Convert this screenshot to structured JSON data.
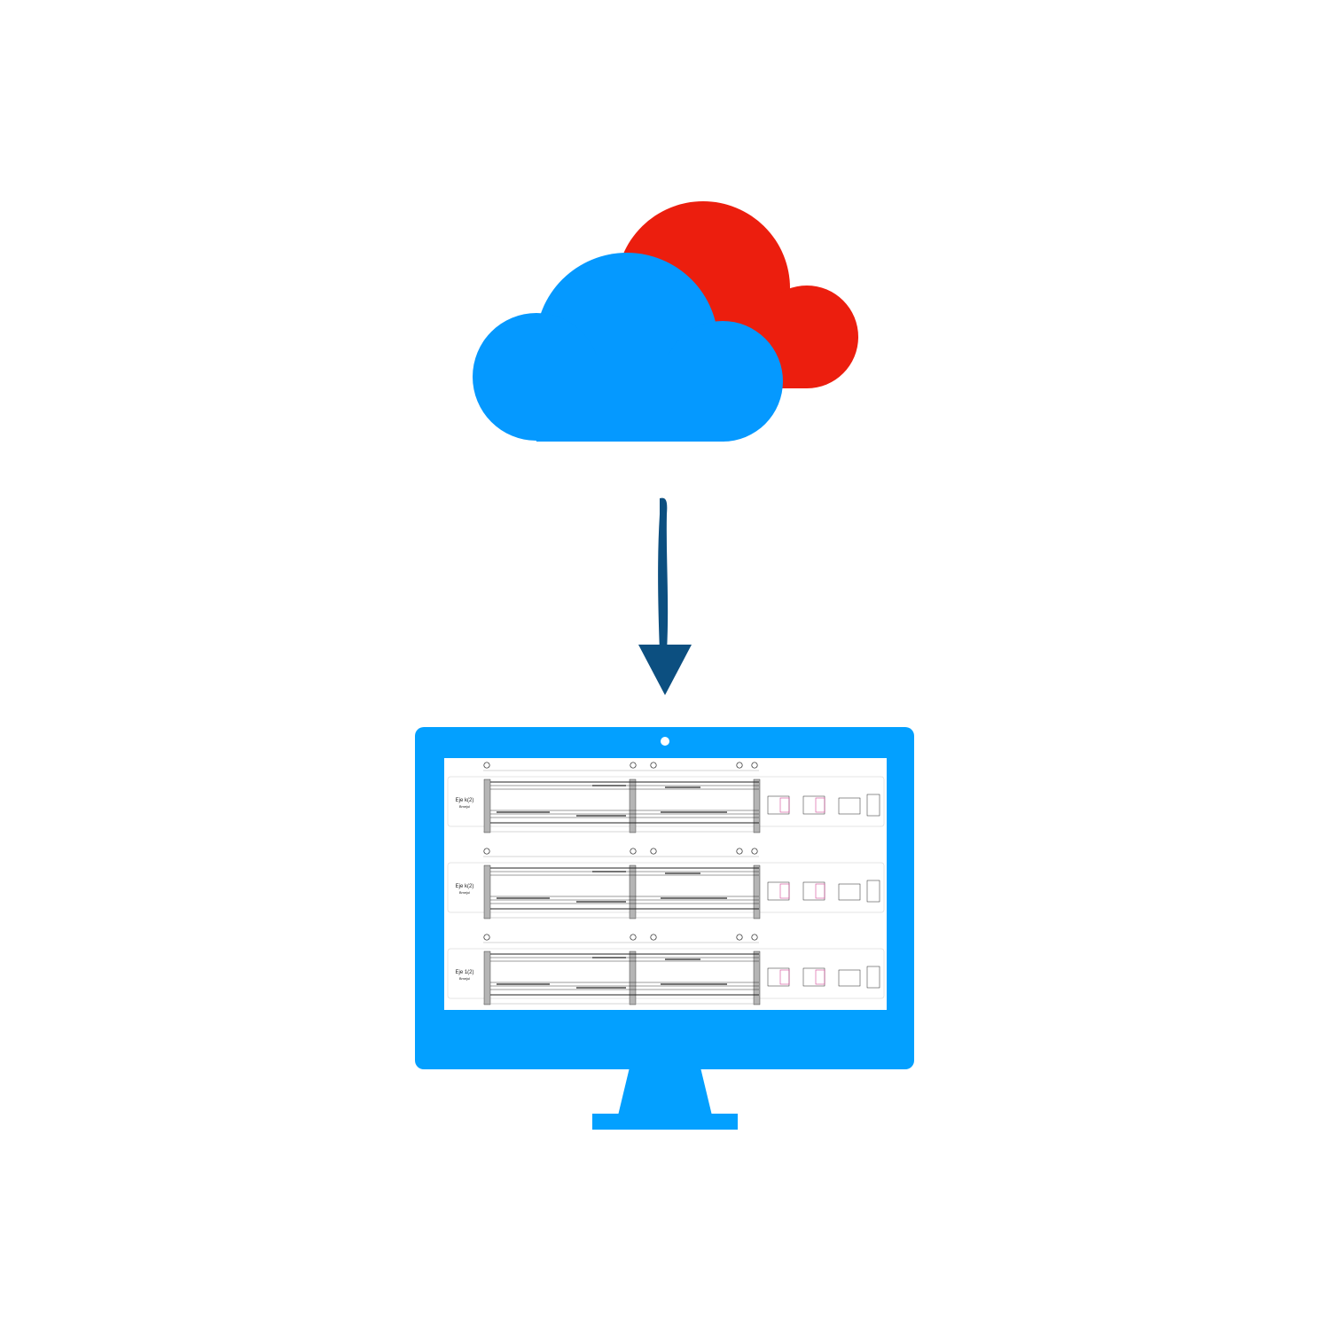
{
  "colors": {
    "cloud_back": "#ec1e0e",
    "cloud_front": "#0599ff",
    "arrow": "#0c4f80",
    "monitor": "#03a0ff",
    "screen_bg": "#ffffff",
    "drawing_line": "#222222",
    "drawing_accent": "#d44a9a"
  },
  "icons": {
    "cloud_back": "cloud-icon",
    "cloud_front": "cloud-icon",
    "arrow": "arrow-down-icon",
    "monitor": "desktop-monitor-icon",
    "camera": "webcam-dot-icon"
  },
  "screen": {
    "document_type": "structural beam reinforcement drawing",
    "panels": [
      {
        "title": "Eje k(2)",
        "subtitle": "Bmejul"
      },
      {
        "title": "Eje k(2)",
        "subtitle": "Bmejul"
      },
      {
        "title": "Eje 1(2)",
        "subtitle": "Bmejul"
      }
    ]
  }
}
